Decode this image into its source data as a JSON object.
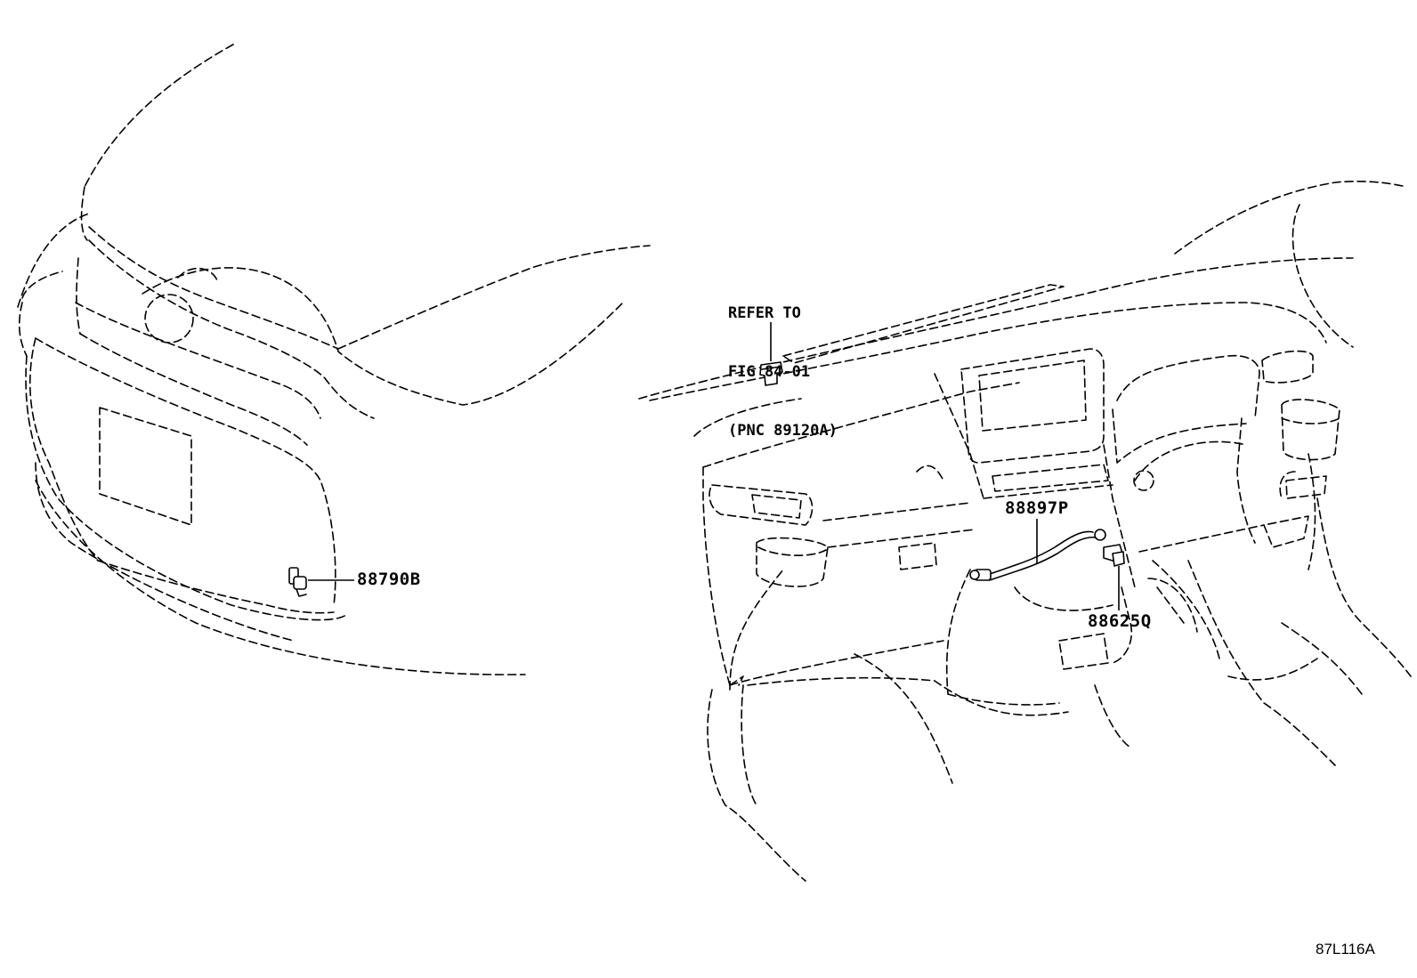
{
  "figure_id": "87L116A",
  "callouts": {
    "front_sensor": "88790B",
    "cable": "88897P",
    "bracket": "88625Q"
  },
  "reference_note": {
    "line1": "REFER TO",
    "line2": "FIG 84-01",
    "line3": "(PNC 89120A)"
  }
}
